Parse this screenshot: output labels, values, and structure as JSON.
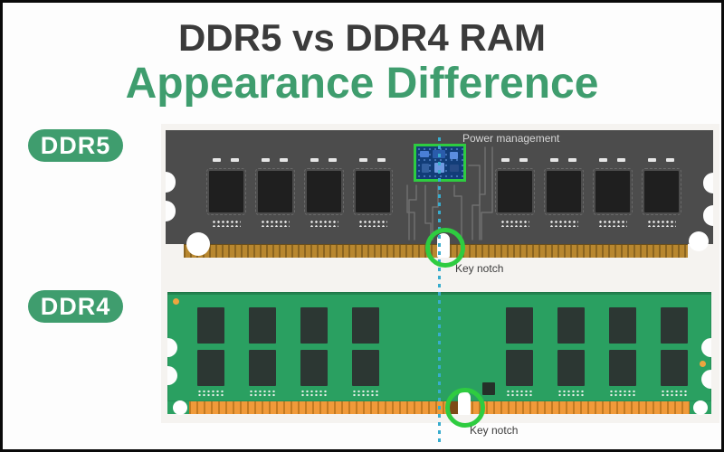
{
  "title": {
    "line1": "DDR5 vs DDR4 RAM",
    "line2": "Appearance Difference"
  },
  "badges": {
    "ddr5": "DDR5",
    "ddr4": "DDR4"
  },
  "annotations": {
    "power_management": "Power management",
    "ddr5_key_notch": "Key notch",
    "ddr4_key_notch": "Key notch"
  },
  "modules": {
    "ddr5": {
      "name": "DDR5",
      "visible_memory_chips": 8,
      "chip_rows": 1,
      "has_power_management_chip": true
    },
    "ddr4": {
      "name": "DDR4",
      "visible_memory_chips": 16,
      "chip_rows": 2,
      "has_power_management_chip": false
    }
  },
  "colors": {
    "title": "#3b3b3b",
    "accent_green": "#3f9d6e",
    "highlight_green": "#2ecc40",
    "guide_line": "#38accd",
    "ddr5_body": "#4c4c4c",
    "ddr5_chip": "#1f1f1f",
    "ddr4_body": "#2aa061",
    "ddr4_chip": "#2c3733",
    "pmic_board": "#123d78"
  }
}
